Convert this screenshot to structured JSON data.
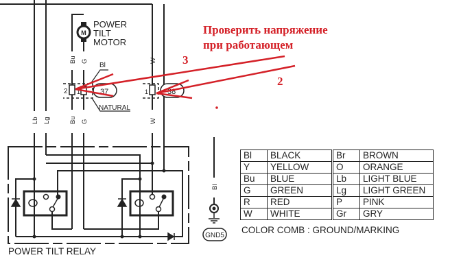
{
  "annotation": {
    "line1": "Проверить напряжение",
    "line2": "при работающем",
    "marker_3": "3",
    "marker_2": "2",
    "color": "#d42027"
  },
  "motor": {
    "label_lines": [
      "POWER",
      "TILT",
      "MOTOR"
    ],
    "icon": "motor-icon"
  },
  "wires": {
    "top": [
      "Bu",
      "G",
      "W"
    ],
    "mid": [
      "Lb",
      "Lg",
      "Bu",
      "G",
      "W"
    ],
    "ground": "Bl"
  },
  "connectors": {
    "left": {
      "number": "37",
      "pins": [
        "2",
        "1"
      ],
      "tag_top": "Bl",
      "tag_bottom": "NATURAL"
    },
    "right": {
      "number": "38",
      "pins": [
        "1"
      ]
    }
  },
  "relay": {
    "title": "POWER TILT RELAY"
  },
  "ground": {
    "label": "GND5"
  },
  "legend": {
    "rows": [
      {
        "c1": "Bl",
        "n1": "BLACK",
        "c2": "Br",
        "n2": "BROWN"
      },
      {
        "c1": "Y",
        "n1": "YELLOW",
        "c2": "O",
        "n2": "ORANGE"
      },
      {
        "c1": "Bu",
        "n1": "BLUE",
        "c2": "Lb",
        "n2": "LIGHT BLUE"
      },
      {
        "c1": "G",
        "n1": "GREEN",
        "c2": "Lg",
        "n2": "LIGHT GREEN"
      },
      {
        "c1": "R",
        "n1": "RED",
        "c2": "P",
        "n2": "PINK"
      },
      {
        "c1": "W",
        "n1": "WHITE",
        "c2": "Gr",
        "n2": "GRY"
      }
    ],
    "note": "COLOR COMB : GROUND/MARKING"
  }
}
